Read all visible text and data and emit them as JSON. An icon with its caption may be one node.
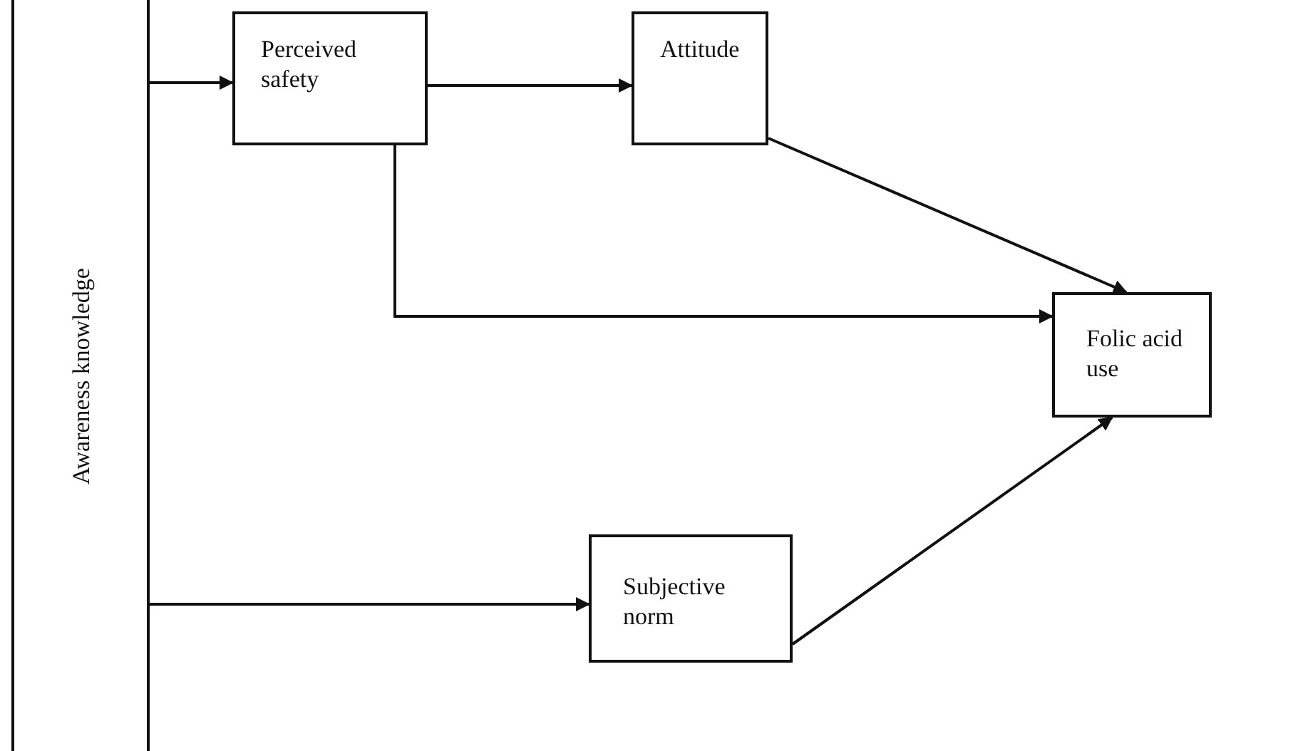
{
  "diagram": {
    "nodes": [
      {
        "text": [
          "Awareness knowledge"
        ]
      },
      {
        "text": [
          "Perceived safety"
        ]
      },
      {
        "text": [
          "Attitude"
        ]
      },
      {
        "text": [
          "Folic acid use"
        ]
      },
      {
        "text": [
          "Subjective norm"
        ]
      }
    ],
    "edges": [
      {
        "from": 0,
        "to": 1,
        "arrow": "to"
      },
      {
        "from": 1,
        "to": 2,
        "arrow": "to"
      },
      {
        "from": 2,
        "to": 3,
        "arrow": "to"
      },
      {
        "from": 1,
        "to": 3,
        "arrow": "to"
      },
      {
        "from": 0,
        "to": 4,
        "arrow": "to"
      },
      {
        "from": 4,
        "to": 3,
        "arrow": "to"
      }
    ]
  }
}
